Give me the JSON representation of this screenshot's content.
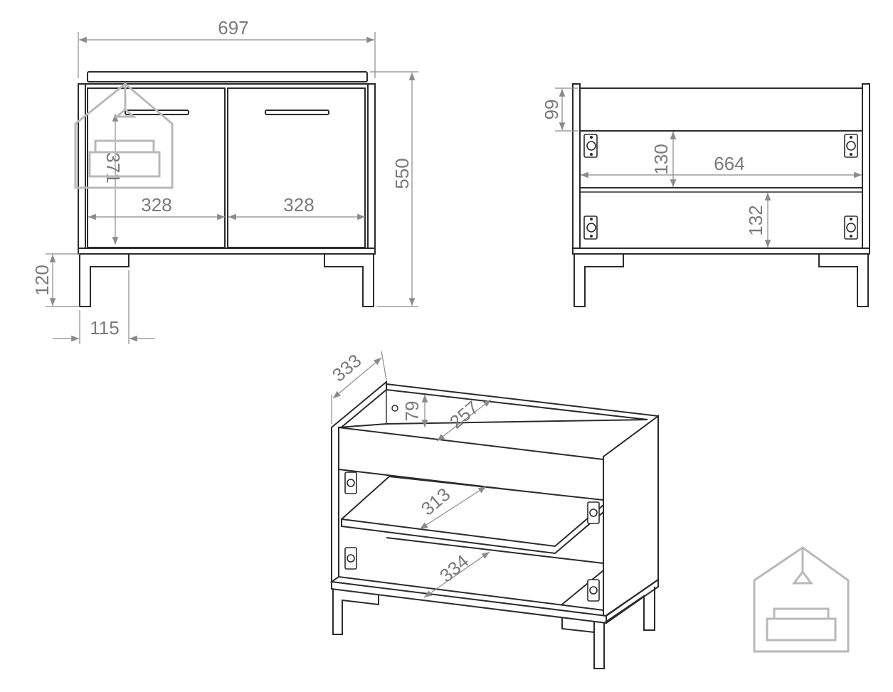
{
  "dimensions": {
    "front_width": "697",
    "front_height": "550",
    "door_left_width": "328",
    "door_right_width": "328",
    "inner_height": "371",
    "leg_height": "120",
    "leg_width": "115",
    "top_rail": "99",
    "upper_shelf_gap": "130",
    "inner_width": "664",
    "lower_shelf_gap": "132",
    "depth": "333",
    "iso_top_gap": "79",
    "top_shelf_depth": "257",
    "middle_shelf_depth": "313",
    "bottom_shelf_depth": "334"
  },
  "colors": {
    "line": "#2b2b2b",
    "dimension": "#8a8a8a",
    "watermark": "#b9b9b9"
  },
  "icons": [
    "house-sofa-logo-icon"
  ]
}
